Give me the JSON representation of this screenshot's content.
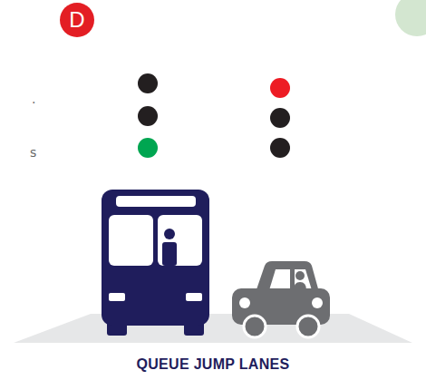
{
  "diagram": {
    "caption": "QUEUE JUMP LANES",
    "nodes": [
      {
        "text": [
          "D"
        ]
      }
    ],
    "labels": [
      ".",
      "s"
    ]
  }
}
